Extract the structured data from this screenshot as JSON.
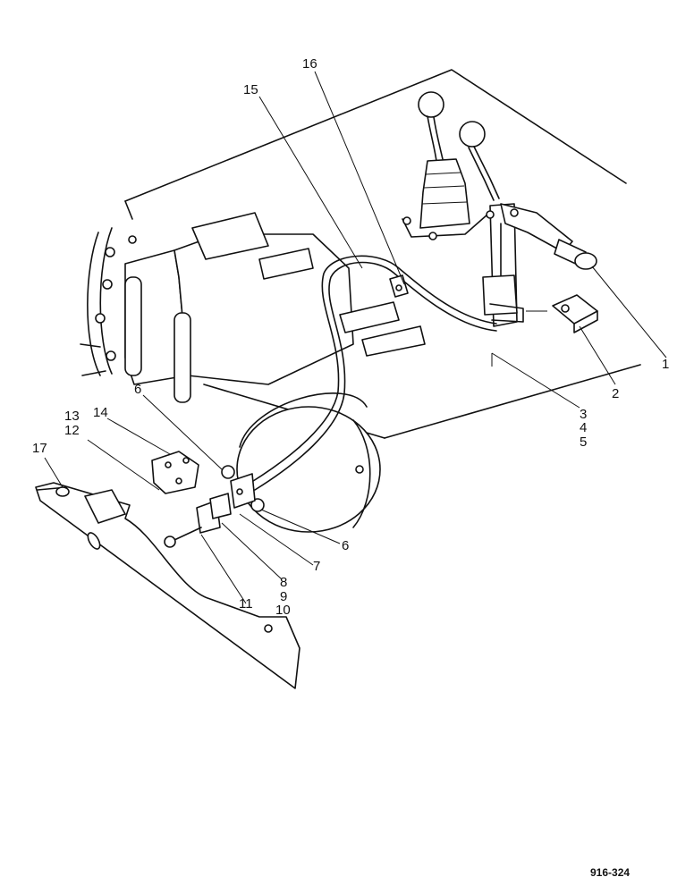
{
  "diagram": {
    "callouts": [
      "1",
      "2",
      "3",
      "4",
      "5",
      "6",
      "6",
      "7",
      "8",
      "9",
      "10",
      "11",
      "12",
      "13",
      "14",
      "15",
      "16",
      "17"
    ],
    "reference": "916-324"
  }
}
